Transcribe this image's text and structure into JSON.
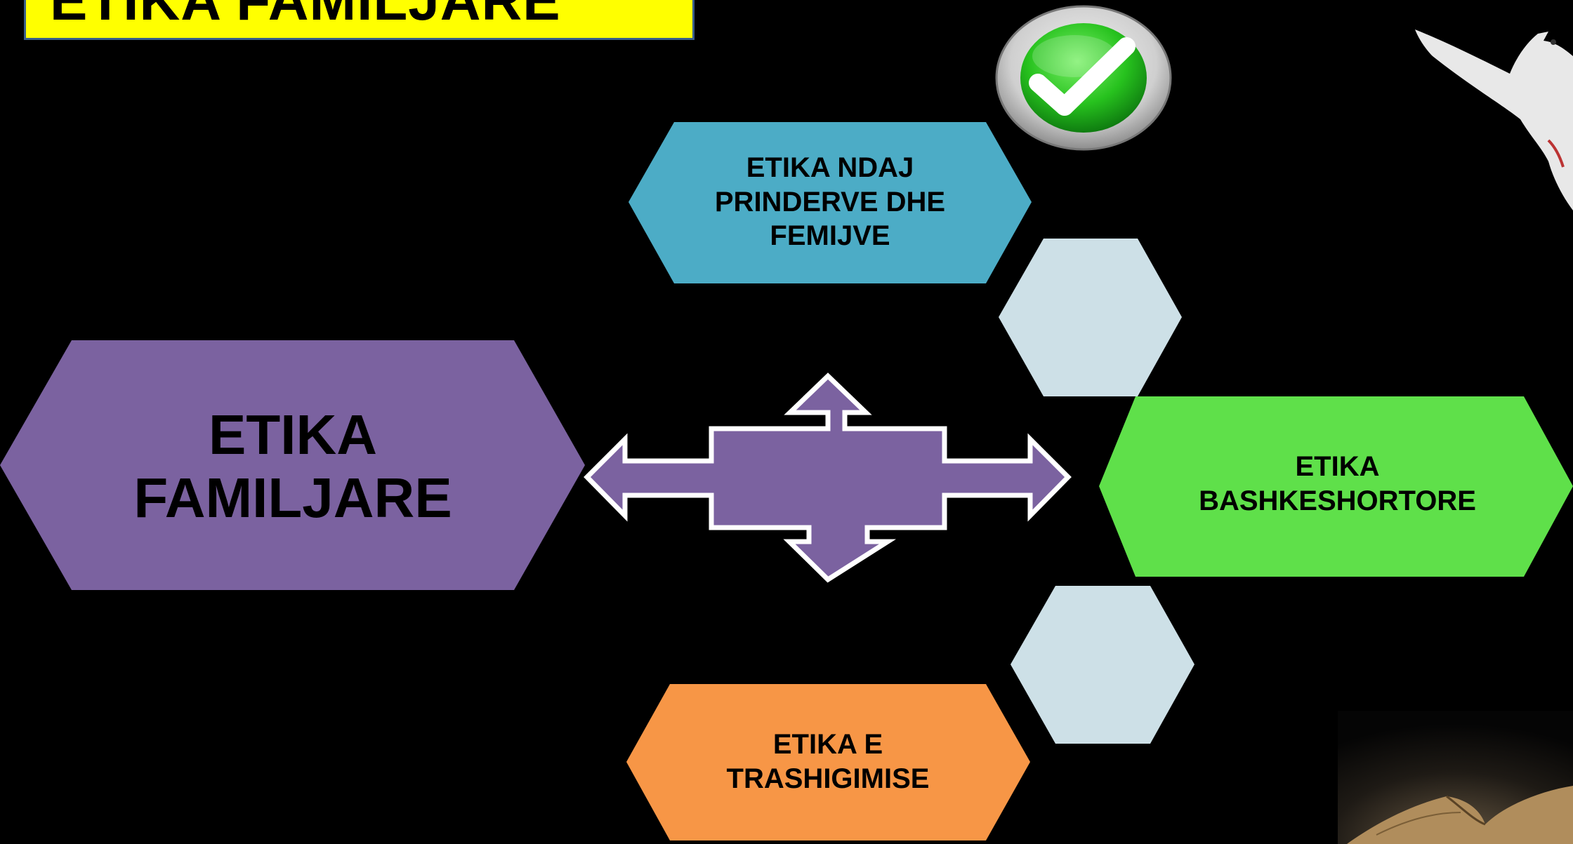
{
  "title": "ETIKA FAMILJARE",
  "colors": {
    "title_background": "#ffff00",
    "main_hex": "#7b62a0",
    "parents_hex": "#4cacc6",
    "spouse_hex": "#5fe04a",
    "inheritance_hex": "#f79646",
    "spacer_hex": "#cde0e7",
    "background": "#000000"
  },
  "main_node": {
    "lines": [
      "ETIKA",
      "FAMILJARE"
    ]
  },
  "branches": {
    "parents_children": {
      "lines": [
        "ETIKA NDAJ",
        "PRINDERVE DHE",
        "FEMIJVE"
      ]
    },
    "spousal": {
      "lines": [
        "ETIKA",
        "BASHKESHORTORE"
      ]
    },
    "inheritance": {
      "lines": [
        "ETIKA E",
        "TRASHIGIMISE"
      ]
    }
  },
  "icons": {
    "checkmark": "checkmark-badge-icon",
    "arrows": "four-way-arrow-icon",
    "dove": "dove-image",
    "book": "open-book-image"
  }
}
